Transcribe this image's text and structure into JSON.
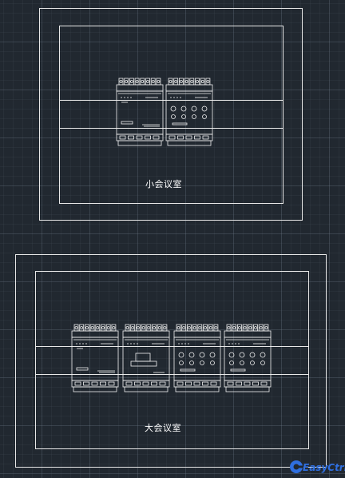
{
  "rooms": [
    {
      "label": "小会议室",
      "module_count": 2
    },
    {
      "label": "大会议室",
      "module_count": 4
    }
  ],
  "watermark": {
    "text": "EasyCtrl"
  },
  "colors": {
    "background": "#212830",
    "lines": "#ffffff",
    "logo": "#2f6fe0"
  },
  "icons": [
    "din-rail-module"
  ]
}
